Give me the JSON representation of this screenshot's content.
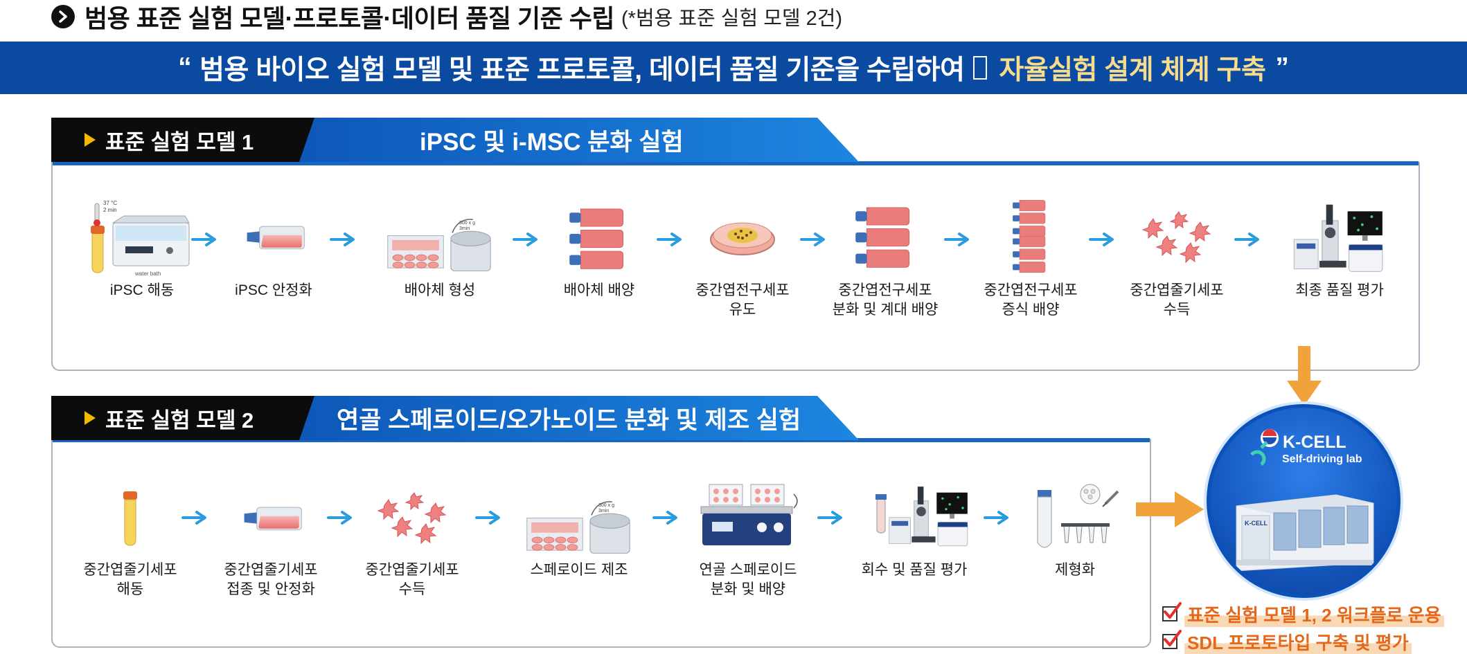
{
  "header": {
    "title": "범용 표준 실험 모델·프로토콜·데이터 품질 기준 수립",
    "note": "(*범용 표준 실험 모델 2건)"
  },
  "banner": {
    "open_quote": "“",
    "text": "범용 바이오 실험 모델 및 표준 프로토콜, 데이터 품질 기준을 수립하여",
    "highlight": "자율실험 설계 체계 구축",
    "close_quote": "”"
  },
  "model1": {
    "label": "표준 실험 모델 1",
    "title": "iPSC 및 i-MSC 분화 실험",
    "steps": [
      {
        "label": "iPSC 해동",
        "icon": "water-bath-icon"
      },
      {
        "label": "iPSC 안정화",
        "icon": "culture-flask-icon"
      },
      {
        "label": "배아체 형성",
        "icon": "centrifuge-plate-icon"
      },
      {
        "label": "배아체 배양",
        "icon": "stacked-flasks-icon"
      },
      {
        "label": "중간엽전구세포\n유도",
        "icon": "petri-dish-icon"
      },
      {
        "label": "중간엽전구세포\n분화 및 계대 배양",
        "icon": "stacked-flasks-icon"
      },
      {
        "label": "중간엽전구세포\n증식 배양",
        "icon": "multi-stack-flasks-icon"
      },
      {
        "label": "중간엽줄기세포\n수득",
        "icon": "cells-icon"
      },
      {
        "label": "최종 품질 평가",
        "icon": "lab-instruments-icon"
      }
    ],
    "water_bath_text": {
      "temp": "37 °C",
      "time": "2 min",
      "caption": "water bath"
    },
    "centrifuge_text": {
      "speed": "300 x g",
      "time": "3min"
    }
  },
  "model2": {
    "label": "표준 실험 모델 2",
    "title": "연골 스페로이드/오가노이드 분화 및 제조 실험",
    "steps": [
      {
        "label": "중간엽줄기세포\n해동",
        "icon": "vial-icon"
      },
      {
        "label": "중간엽줄기세포\n접종 및 안정화",
        "icon": "culture-flask-icon"
      },
      {
        "label": "중간엽줄기세포\n수득",
        "icon": "cells-icon"
      },
      {
        "label": "스페로이드 제조",
        "icon": "centrifuge-plate-icon"
      },
      {
        "label": "연골 스페로이드\n분화 및 배양",
        "icon": "shaker-plates-icon"
      },
      {
        "label": "회수 및 품질 평가",
        "icon": "lab-instruments-icon"
      },
      {
        "label": "제형화",
        "icon": "formulation-icon"
      }
    ],
    "centrifuge_text": {
      "speed": "300 x g",
      "time": "3min"
    }
  },
  "kcell": {
    "name": "K-CELL",
    "subtitle": "Self-driving lab",
    "machine_label": "K-CELL"
  },
  "checklist": [
    "표준 실험 모델 1, 2 워크플로 운용",
    "SDL 프로토타입 구축 및 평가"
  ],
  "colors": {
    "banner": "#0a4aa0",
    "highlight": "#f7dc8c",
    "flow_arrow": "#2b9be0",
    "orange": "#f2a23a",
    "check_text": "#e4671a"
  }
}
